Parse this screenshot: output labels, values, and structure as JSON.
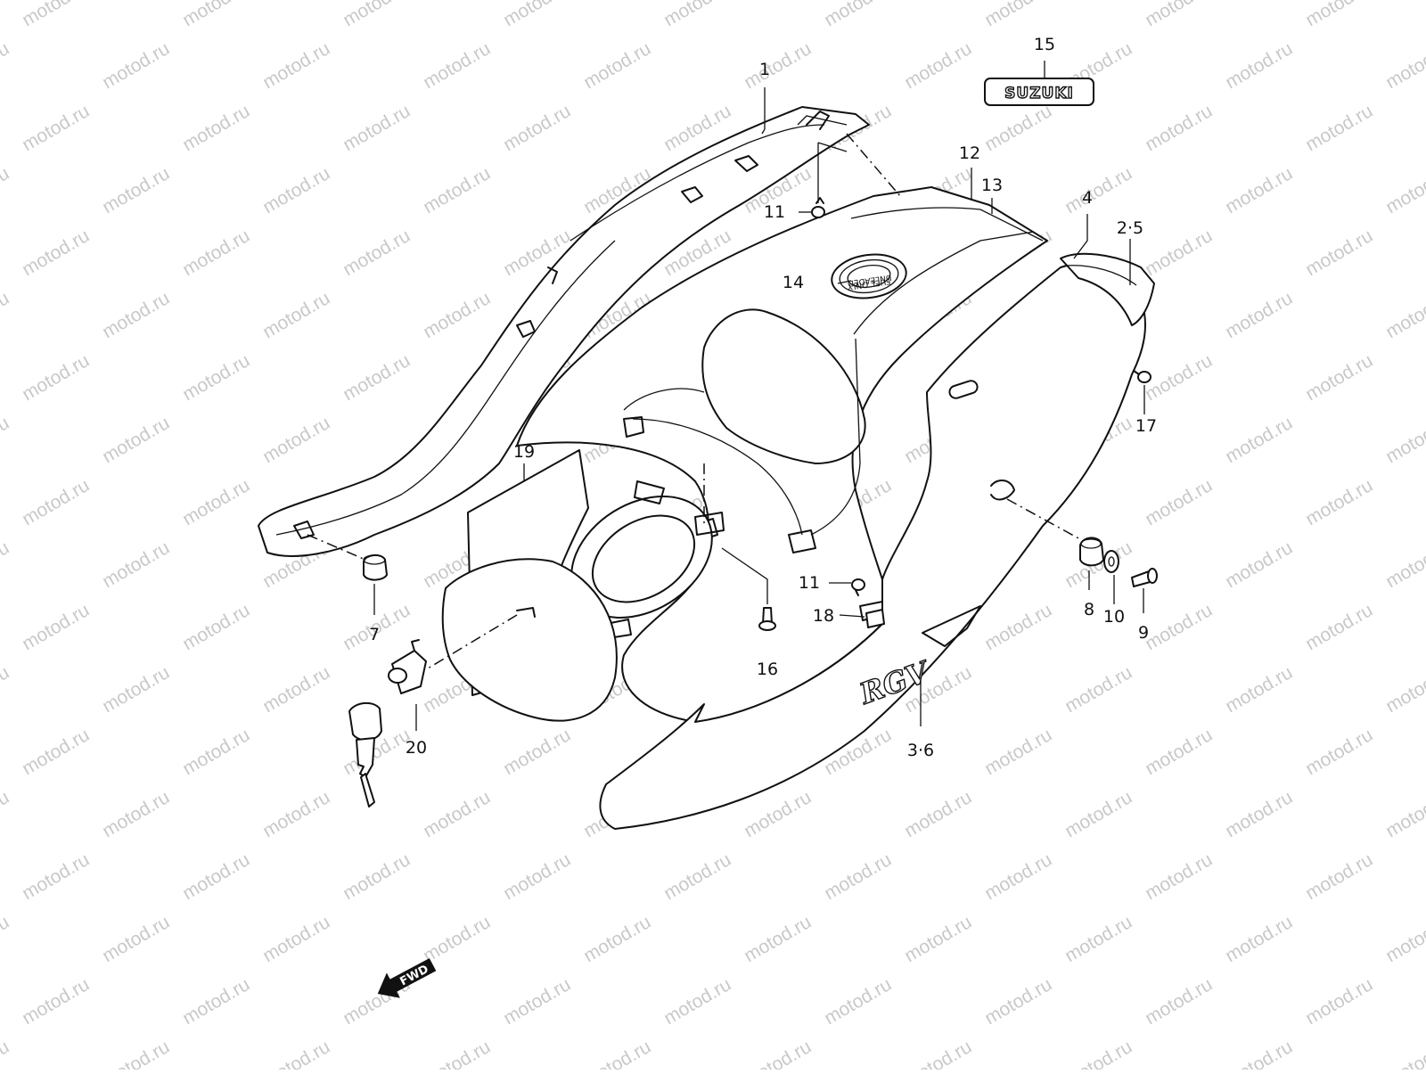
{
  "watermark": {
    "text": "motod.ru",
    "color": "#c9c9c9"
  },
  "badges": {
    "suzuki": "SUZUKI",
    "rgv_logo": "RGV",
    "fwd": "FWD",
    "fuel_cap_top": "UNLEADED",
    "fuel_cap_bottom": "FUEL ONLY"
  },
  "callouts": [
    {
      "id": "1",
      "label": "1"
    },
    {
      "id": "2-5",
      "label": "2·5"
    },
    {
      "id": "3-6",
      "label": "3·6"
    },
    {
      "id": "4",
      "label": "4"
    },
    {
      "id": "7",
      "label": "7"
    },
    {
      "id": "8",
      "label": "8"
    },
    {
      "id": "9",
      "label": "9"
    },
    {
      "id": "10",
      "label": "10"
    },
    {
      "id": "11a",
      "label": "11"
    },
    {
      "id": "11b",
      "label": "11"
    },
    {
      "id": "12",
      "label": "12"
    },
    {
      "id": "13",
      "label": "13"
    },
    {
      "id": "14",
      "label": "14"
    },
    {
      "id": "15",
      "label": "15"
    },
    {
      "id": "16",
      "label": "16"
    },
    {
      "id": "17",
      "label": "17"
    },
    {
      "id": "18",
      "label": "18"
    },
    {
      "id": "19",
      "label": "19"
    },
    {
      "id": "20",
      "label": "20"
    }
  ]
}
